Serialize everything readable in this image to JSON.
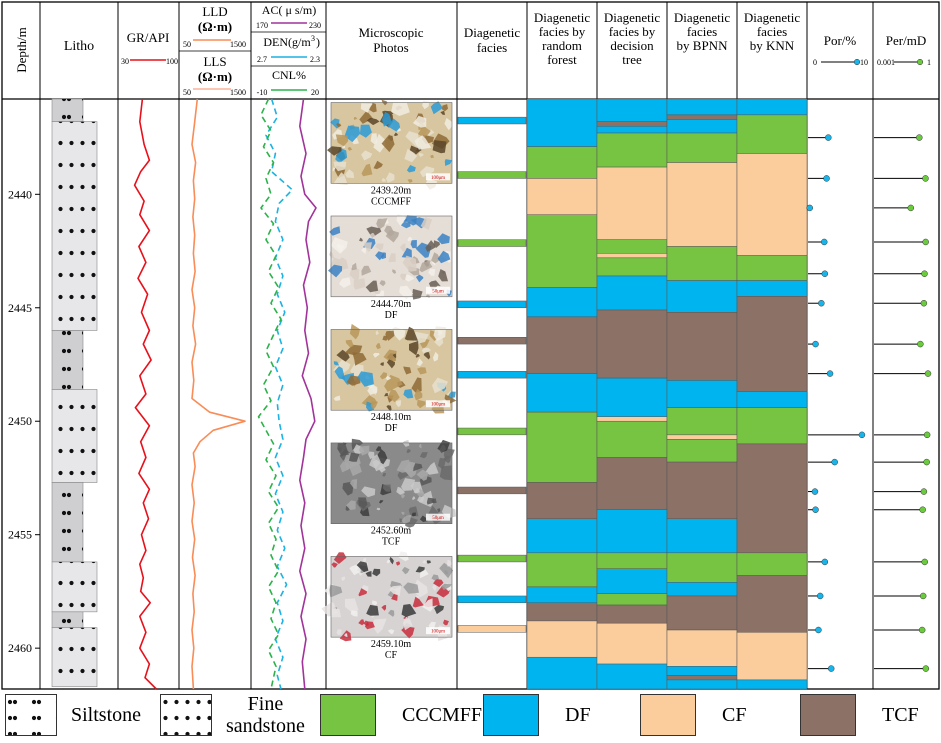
{
  "columns": {
    "depth": "Depth/m",
    "litho": "Litho",
    "gr": {
      "name": "GR/API",
      "min": "30",
      "max": "100"
    },
    "lld": {
      "name": "LLD",
      "unit": "(Ω·m)",
      "min": "50",
      "max": "1500"
    },
    "lls": {
      "name": "LLS",
      "unit": "(Ω·m)",
      "min": "50",
      "max": "1500"
    },
    "ac": {
      "name": "AC( μ s/m)",
      "min": "170",
      "max": "230"
    },
    "den": {
      "name": "DEN(g/m",
      "sup": "3",
      "close": ")",
      "min": "2.7",
      "max": "2.3"
    },
    "cnl": {
      "name": "CNL%",
      "min": "-10",
      "max": "20"
    },
    "photos": [
      "Microscopic",
      "Photos"
    ],
    "diag": [
      "Diagenetic",
      "facies"
    ],
    "rf": [
      "Diagenetic",
      "facies by",
      "random",
      "forest"
    ],
    "dt": [
      "Diagenetic",
      "facies by",
      "decision",
      "tree"
    ],
    "bpnn": [
      "Diagenetic",
      "facies",
      "by BPNN"
    ],
    "knn": [
      "Diagenetic",
      "facies",
      "by KNN"
    ],
    "por": {
      "name": "Por/%",
      "min": "0",
      "max": "10"
    },
    "per": {
      "name": "Per/mD",
      "min": "0.001",
      "max": "1"
    }
  },
  "depth_ticks": [
    "2440",
    "2445",
    "2450",
    "2455",
    "2460"
  ],
  "depth_range": [
    2435.8,
    2461.8
  ],
  "photos": [
    {
      "depth": "2439.20m",
      "label": "CCCMFF",
      "scale": "100μm",
      "top": 2436.0,
      "bottom": 2440.0,
      "texture": "qtz"
    },
    {
      "depth": "2444.70m",
      "label": "DF",
      "scale": "50μm",
      "top": 2441.0,
      "bottom": 2445.0,
      "texture": "pale"
    },
    {
      "depth": "2448.10m",
      "label": "DF",
      "scale": "100μm",
      "top": 2446.0,
      "bottom": 2450.0,
      "texture": "qtz"
    },
    {
      "depth": "2452.60m",
      "label": "TCF",
      "scale": "50μm",
      "top": 2451.0,
      "bottom": 2455.0,
      "texture": "grey"
    },
    {
      "depth": "2459.10m",
      "label": "CF",
      "scale": "100μm",
      "top": 2456.0,
      "bottom": 2460.0,
      "texture": "red"
    }
  ],
  "lithology": [
    {
      "type": "Siltstone",
      "top": 2435.8,
      "bottom": 2436.8
    },
    {
      "type": "Fine sandstone",
      "top": 2436.8,
      "bottom": 2446.0
    },
    {
      "type": "Siltstone",
      "top": 2446.0,
      "bottom": 2448.6
    },
    {
      "type": "Fine sandstone",
      "top": 2448.6,
      "bottom": 2452.7
    },
    {
      "type": "Siltstone",
      "top": 2452.7,
      "bottom": 2456.2
    },
    {
      "type": "Fine sandstone",
      "top": 2456.2,
      "bottom": 2458.4
    },
    {
      "type": "Siltstone",
      "top": 2458.4,
      "bottom": 2459.1
    },
    {
      "type": "Fine sandstone",
      "top": 2459.1,
      "bottom": 2461.7
    }
  ],
  "diagenetic_facies_core": [
    {
      "facies": "DF",
      "top": 2436.6,
      "bottom": 2436.9
    },
    {
      "facies": "CCCMFF",
      "top": 2439.0,
      "bottom": 2439.3
    },
    {
      "facies": "CCCMFF",
      "top": 2442.0,
      "bottom": 2442.3
    },
    {
      "facies": "DF",
      "top": 2444.7,
      "bottom": 2445.0
    },
    {
      "facies": "TCF",
      "top": 2446.3,
      "bottom": 2446.6
    },
    {
      "facies": "DF",
      "top": 2447.8,
      "bottom": 2448.1
    },
    {
      "facies": "CCCMFF",
      "top": 2450.3,
      "bottom": 2450.6
    },
    {
      "facies": "TCF",
      "top": 2452.9,
      "bottom": 2453.2
    },
    {
      "facies": "CCCMFF",
      "top": 2455.9,
      "bottom": 2456.2
    },
    {
      "facies": "DF",
      "top": 2457.7,
      "bottom": 2458.0
    },
    {
      "facies": "CF",
      "top": 2459.0,
      "bottom": 2459.3
    }
  ],
  "random_forest": [
    {
      "facies": "DF",
      "top": 2435.8,
      "bottom": 2437.9
    },
    {
      "facies": "CCCMFF",
      "top": 2437.9,
      "bottom": 2439.3
    },
    {
      "facies": "CF",
      "top": 2439.3,
      "bottom": 2440.9
    },
    {
      "facies": "CCCMFF",
      "top": 2440.9,
      "bottom": 2444.1
    },
    {
      "facies": "DF",
      "top": 2444.1,
      "bottom": 2445.4
    },
    {
      "facies": "TCF",
      "top": 2445.4,
      "bottom": 2447.9
    },
    {
      "facies": "DF",
      "top": 2447.9,
      "bottom": 2449.6
    },
    {
      "facies": "CCCMFF",
      "top": 2449.6,
      "bottom": 2452.7
    },
    {
      "facies": "TCF",
      "top": 2452.7,
      "bottom": 2454.3
    },
    {
      "facies": "DF",
      "top": 2454.3,
      "bottom": 2455.8
    },
    {
      "facies": "CCCMFF",
      "top": 2455.8,
      "bottom": 2457.3
    },
    {
      "facies": "DF",
      "top": 2457.3,
      "bottom": 2458.0
    },
    {
      "facies": "TCF",
      "top": 2458.0,
      "bottom": 2458.8
    },
    {
      "facies": "CF",
      "top": 2458.8,
      "bottom": 2460.4
    },
    {
      "facies": "DF",
      "top": 2460.4,
      "bottom": 2461.8
    }
  ],
  "decision_tree": [
    {
      "facies": "DF",
      "top": 2435.8,
      "bottom": 2436.8
    },
    {
      "facies": "TCF",
      "top": 2436.8,
      "bottom": 2437.0
    },
    {
      "facies": "DF",
      "top": 2437.0,
      "bottom": 2437.3
    },
    {
      "facies": "CCCMFF",
      "top": 2437.3,
      "bottom": 2438.8
    },
    {
      "facies": "CF",
      "top": 2438.8,
      "bottom": 2442.0
    },
    {
      "facies": "CCCMFF",
      "top": 2442.0,
      "bottom": 2442.6
    },
    {
      "facies": "CF",
      "top": 2442.6,
      "bottom": 2442.8
    },
    {
      "facies": "CCCMFF",
      "top": 2442.8,
      "bottom": 2443.6
    },
    {
      "facies": "DF",
      "top": 2443.6,
      "bottom": 2445.1
    },
    {
      "facies": "TCF",
      "top": 2445.1,
      "bottom": 2448.1
    },
    {
      "facies": "DF",
      "top": 2448.1,
      "bottom": 2449.8
    },
    {
      "facies": "CF",
      "top": 2449.8,
      "bottom": 2450.0
    },
    {
      "facies": "CCCMFF",
      "top": 2450.0,
      "bottom": 2451.6
    },
    {
      "facies": "TCF",
      "top": 2451.6,
      "bottom": 2453.9
    },
    {
      "facies": "DF",
      "top": 2453.9,
      "bottom": 2455.8
    },
    {
      "facies": "CCCMFF",
      "top": 2455.8,
      "bottom": 2456.5
    },
    {
      "facies": "DF",
      "top": 2456.5,
      "bottom": 2457.6
    },
    {
      "facies": "CCCMFF",
      "top": 2457.6,
      "bottom": 2458.1
    },
    {
      "facies": "TCF",
      "top": 2458.1,
      "bottom": 2458.9
    },
    {
      "facies": "CF",
      "top": 2458.9,
      "bottom": 2460.7
    },
    {
      "facies": "DF",
      "top": 2460.7,
      "bottom": 2461.8
    }
  ],
  "bpnn": [
    {
      "facies": "DF",
      "top": 2435.8,
      "bottom": 2436.5
    },
    {
      "facies": "TCF",
      "top": 2436.5,
      "bottom": 2436.7
    },
    {
      "facies": "DF",
      "top": 2436.7,
      "bottom": 2437.3
    },
    {
      "facies": "CCCMFF",
      "top": 2437.3,
      "bottom": 2438.6
    },
    {
      "facies": "CF",
      "top": 2438.6,
      "bottom": 2442.3
    },
    {
      "facies": "CCCMFF",
      "top": 2442.3,
      "bottom": 2443.8
    },
    {
      "facies": "DF",
      "top": 2443.8,
      "bottom": 2445.2
    },
    {
      "facies": "TCF",
      "top": 2445.2,
      "bottom": 2448.2
    },
    {
      "facies": "DF",
      "top": 2448.2,
      "bottom": 2449.4
    },
    {
      "facies": "CCCMFF",
      "top": 2449.4,
      "bottom": 2450.6
    },
    {
      "facies": "CF",
      "top": 2450.6,
      "bottom": 2450.8
    },
    {
      "facies": "CCCMFF",
      "top": 2450.8,
      "bottom": 2451.8
    },
    {
      "facies": "TCF",
      "top": 2451.8,
      "bottom": 2454.3
    },
    {
      "facies": "DF",
      "top": 2454.3,
      "bottom": 2455.8
    },
    {
      "facies": "CCCMFF",
      "top": 2455.8,
      "bottom": 2457.1
    },
    {
      "facies": "DF",
      "top": 2457.1,
      "bottom": 2457.7
    },
    {
      "facies": "TCF",
      "top": 2457.7,
      "bottom": 2459.2
    },
    {
      "facies": "CF",
      "top": 2459.2,
      "bottom": 2460.8
    },
    {
      "facies": "DF",
      "top": 2460.8,
      "bottom": 2461.2
    },
    {
      "facies": "TCF",
      "top": 2461.2,
      "bottom": 2461.4
    },
    {
      "facies": "DF",
      "top": 2461.4,
      "bottom": 2461.8
    }
  ],
  "knn": [
    {
      "facies": "DF",
      "top": 2435.8,
      "bottom": 2436.5
    },
    {
      "facies": "CCCMFF",
      "top": 2436.5,
      "bottom": 2438.2
    },
    {
      "facies": "CF",
      "top": 2438.2,
      "bottom": 2442.7
    },
    {
      "facies": "CCCMFF",
      "top": 2442.7,
      "bottom": 2443.8
    },
    {
      "facies": "DF",
      "top": 2443.8,
      "bottom": 2444.5
    },
    {
      "facies": "TCF",
      "top": 2444.5,
      "bottom": 2448.7
    },
    {
      "facies": "DF",
      "top": 2448.7,
      "bottom": 2449.4
    },
    {
      "facies": "CCCMFF",
      "top": 2449.4,
      "bottom": 2451.0
    },
    {
      "facies": "TCF",
      "top": 2451.0,
      "bottom": 2455.8
    },
    {
      "facies": "CCCMFF",
      "top": 2455.8,
      "bottom": 2456.8
    },
    {
      "facies": "TCF",
      "top": 2456.8,
      "bottom": 2459.3
    },
    {
      "facies": "CF",
      "top": 2459.3,
      "bottom": 2461.4
    },
    {
      "facies": "DF",
      "top": 2461.4,
      "bottom": 2461.8
    }
  ],
  "samples": [
    {
      "depth": 2437.5,
      "por": 3.5,
      "per": 0.22
    },
    {
      "depth": 2439.3,
      "por": 3.2,
      "per": 0.46
    },
    {
      "depth": 2440.6,
      "por": 0.3,
      "per": 0.08
    },
    {
      "depth": 2442.1,
      "por": 2.8,
      "per": 0.47
    },
    {
      "depth": 2443.5,
      "por": 2.9,
      "per": 0.41
    },
    {
      "depth": 2444.8,
      "por": 2.3,
      "per": 0.38
    },
    {
      "depth": 2446.6,
      "por": 1.3,
      "per": 0.25
    },
    {
      "depth": 2447.9,
      "por": 3.8,
      "per": 0.62
    },
    {
      "depth": 2450.6,
      "por": 9.3,
      "per": 0.56
    },
    {
      "depth": 2451.8,
      "por": 4.6,
      "per": 0.53
    },
    {
      "depth": 2453.1,
      "por": 1.2,
      "per": 0.38
    },
    {
      "depth": 2453.9,
      "por": 1.3,
      "per": 0.33
    },
    {
      "depth": 2456.2,
      "por": 2.9,
      "per": 0.42
    },
    {
      "depth": 2457.7,
      "por": 2.1,
      "per": 0.35
    },
    {
      "depth": 2459.2,
      "por": 1.8,
      "per": 0.31
    },
    {
      "depth": 2460.9,
      "por": 4.0,
      "per": 0.48
    }
  ],
  "logs": {
    "gr": [
      [
        2435.8,
        58
      ],
      [
        2436.8,
        55
      ],
      [
        2437.8,
        60
      ],
      [
        2438.5,
        66
      ],
      [
        2439.0,
        56
      ],
      [
        2439.6,
        49
      ],
      [
        2440.3,
        60
      ],
      [
        2440.9,
        55
      ],
      [
        2441.6,
        66
      ],
      [
        2442.3,
        54
      ],
      [
        2443.0,
        62
      ],
      [
        2443.7,
        53
      ],
      [
        2444.4,
        64
      ],
      [
        2445.2,
        57
      ],
      [
        2446.0,
        66
      ],
      [
        2446.6,
        59
      ],
      [
        2447.3,
        68
      ],
      [
        2448.0,
        55
      ],
      [
        2448.8,
        62
      ],
      [
        2449.4,
        50
      ],
      [
        2450.2,
        66
      ],
      [
        2450.9,
        56
      ],
      [
        2451.6,
        62
      ],
      [
        2452.3,
        54
      ],
      [
        2453.0,
        66
      ],
      [
        2453.6,
        59
      ],
      [
        2454.3,
        65
      ],
      [
        2455.0,
        57
      ],
      [
        2455.7,
        62
      ],
      [
        2456.3,
        55
      ],
      [
        2456.9,
        59
      ],
      [
        2457.5,
        56
      ],
      [
        2458.0,
        67
      ],
      [
        2458.6,
        55
      ],
      [
        2459.3,
        62
      ],
      [
        2460.0,
        55
      ],
      [
        2460.7,
        66
      ],
      [
        2461.3,
        61
      ],
      [
        2461.8,
        74
      ]
    ],
    "lld": [
      [
        2435.8,
        420
      ],
      [
        2437.0,
        350
      ],
      [
        2437.8,
        300
      ],
      [
        2438.6,
        380
      ],
      [
        2439.4,
        330
      ],
      [
        2440.2,
        360
      ],
      [
        2441.0,
        320
      ],
      [
        2441.8,
        360
      ],
      [
        2442.6,
        330
      ],
      [
        2443.4,
        370
      ],
      [
        2444.2,
        300
      ],
      [
        2445.0,
        360
      ],
      [
        2445.8,
        320
      ],
      [
        2446.6,
        380
      ],
      [
        2447.4,
        300
      ],
      [
        2448.2,
        340
      ],
      [
        2449.0,
        300
      ],
      [
        2449.6,
        700
      ],
      [
        2450.0,
        1500
      ],
      [
        2450.4,
        780
      ],
      [
        2450.9,
        480
      ],
      [
        2451.4,
        330
      ],
      [
        2452.0,
        370
      ],
      [
        2452.8,
        300
      ],
      [
        2453.6,
        350
      ],
      [
        2454.4,
        300
      ],
      [
        2455.2,
        360
      ],
      [
        2456.0,
        310
      ],
      [
        2456.8,
        370
      ],
      [
        2457.6,
        320
      ],
      [
        2458.4,
        350
      ],
      [
        2459.2,
        300
      ],
      [
        2460.0,
        340
      ],
      [
        2460.8,
        300
      ],
      [
        2461.8,
        330
      ]
    ],
    "ac": [
      [
        2435.8,
        212
      ],
      [
        2437.0,
        209
      ],
      [
        2438.2,
        214
      ],
      [
        2439.2,
        210
      ],
      [
        2440.0,
        213
      ],
      [
        2440.6,
        222
      ],
      [
        2441.2,
        216
      ],
      [
        2442.0,
        214
      ],
      [
        2443.0,
        217
      ],
      [
        2444.0,
        212
      ],
      [
        2445.0,
        215
      ],
      [
        2446.0,
        213
      ],
      [
        2447.0,
        216
      ],
      [
        2448.0,
        211
      ],
      [
        2449.0,
        218
      ],
      [
        2450.0,
        221
      ],
      [
        2450.8,
        214
      ],
      [
        2451.6,
        212
      ],
      [
        2452.6,
        209
      ],
      [
        2453.6,
        213
      ],
      [
        2454.6,
        210
      ],
      [
        2455.6,
        213
      ],
      [
        2456.6,
        209
      ],
      [
        2457.6,
        214
      ],
      [
        2458.6,
        210
      ],
      [
        2459.6,
        214
      ],
      [
        2460.6,
        211
      ],
      [
        2461.8,
        213
      ]
    ],
    "den": [
      [
        2435.8,
        2.59
      ],
      [
        2436.6,
        2.56
      ],
      [
        2437.4,
        2.62
      ],
      [
        2438.2,
        2.57
      ],
      [
        2439.0,
        2.59
      ],
      [
        2439.8,
        2.48
      ],
      [
        2440.4,
        2.55
      ],
      [
        2441.2,
        2.57
      ],
      [
        2442.0,
        2.53
      ],
      [
        2442.8,
        2.57
      ],
      [
        2443.6,
        2.53
      ],
      [
        2444.4,
        2.56
      ],
      [
        2445.2,
        2.52
      ],
      [
        2446.0,
        2.56
      ],
      [
        2446.8,
        2.53
      ],
      [
        2447.6,
        2.57
      ],
      [
        2448.4,
        2.53
      ],
      [
        2449.2,
        2.56
      ],
      [
        2450.0,
        2.55
      ],
      [
        2450.8,
        2.53
      ],
      [
        2451.6,
        2.57
      ],
      [
        2452.4,
        2.53
      ],
      [
        2453.2,
        2.57
      ],
      [
        2454.0,
        2.53
      ],
      [
        2454.8,
        2.56
      ],
      [
        2455.6,
        2.52
      ],
      [
        2456.4,
        2.56
      ],
      [
        2457.2,
        2.51
      ],
      [
        2458.0,
        2.56
      ],
      [
        2458.8,
        2.53
      ],
      [
        2459.6,
        2.57
      ],
      [
        2460.4,
        2.53
      ],
      [
        2461.2,
        2.56
      ],
      [
        2461.8,
        2.54
      ]
    ],
    "cnl": [
      [
        2435.8,
        -3
      ],
      [
        2436.5,
        -6
      ],
      [
        2437.2,
        -2
      ],
      [
        2437.9,
        -5
      ],
      [
        2438.6,
        -1
      ],
      [
        2439.3,
        -4
      ],
      [
        2440.0,
        -2
      ],
      [
        2440.6,
        -6
      ],
      [
        2441.3,
        -1
      ],
      [
        2442.0,
        -4
      ],
      [
        2442.7,
        0
      ],
      [
        2443.4,
        -3
      ],
      [
        2444.1,
        1
      ],
      [
        2444.8,
        -2
      ],
      [
        2445.5,
        2
      ],
      [
        2446.2,
        -1
      ],
      [
        2446.9,
        -4
      ],
      [
        2447.6,
        -1
      ],
      [
        2448.4,
        -5
      ],
      [
        2449.1,
        -2
      ],
      [
        2449.8,
        -7
      ],
      [
        2450.4,
        -4
      ],
      [
        2451.0,
        -1
      ],
      [
        2451.7,
        -4
      ],
      [
        2452.4,
        0
      ],
      [
        2453.1,
        -3
      ],
      [
        2453.8,
        1
      ],
      [
        2454.5,
        -3
      ],
      [
        2455.2,
        0
      ],
      [
        2455.9,
        -2
      ],
      [
        2456.6,
        1
      ],
      [
        2457.3,
        -3
      ],
      [
        2458.0,
        0
      ],
      [
        2458.7,
        -2
      ],
      [
        2459.4,
        1
      ],
      [
        2460.1,
        -3
      ],
      [
        2460.8,
        0
      ],
      [
        2461.8,
        -2
      ]
    ]
  },
  "colors": {
    "CCCMFF": "#77c443",
    "DF": "#00b4ef",
    "CF": "#fbcd9c",
    "TCF": "#8c7167",
    "gr": "#e8101a",
    "lld": "#f98c57",
    "lls": "#fab39a",
    "ac": "#a1339a",
    "den": "#1cb2e1",
    "cnl": "#2bb34a",
    "marker_por": "#19b5ea",
    "marker_per": "#6acb3c",
    "litho_fill": "#e7e7e9",
    "litho_silt": "#cfcfd2"
  },
  "legend": [
    {
      "label": "Siltstone",
      "kind": "pattern-silt"
    },
    {
      "label": "Fine\nsandstone",
      "kind": "pattern-sand"
    },
    {
      "label": "CCCMFF",
      "kind": "CCCMFF"
    },
    {
      "label": "DF",
      "kind": "DF"
    },
    {
      "label": "CF",
      "kind": "CF"
    },
    {
      "label": "TCF",
      "kind": "TCF"
    }
  ]
}
